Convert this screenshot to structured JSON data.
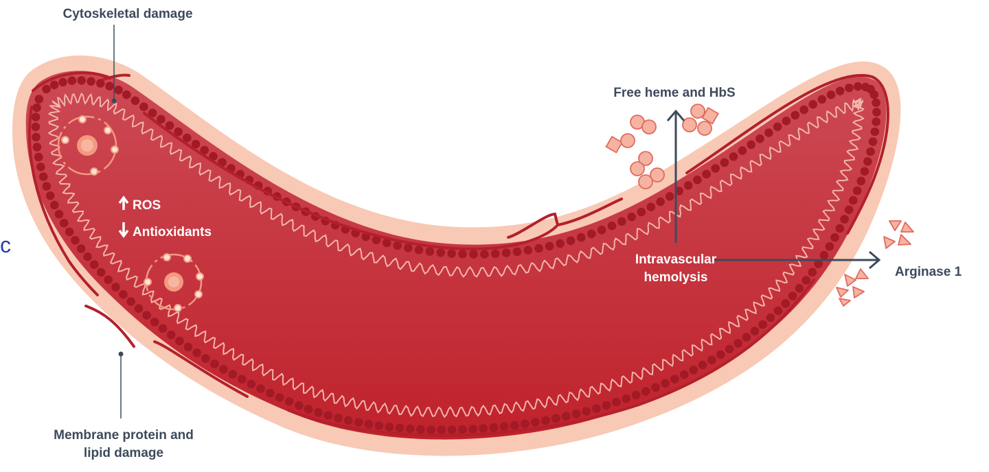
{
  "labels": {
    "cytoskeletal": "Cytoskeletal damage",
    "membrane_line1": "Membrane protein and",
    "membrane_line2": "lipid damage",
    "ros": "ROS",
    "antioxidants": "Antioxidants",
    "free_heme": "Free heme and HbS",
    "intravascular_line1": "Intravascular",
    "intravascular_line2": "hemolysis",
    "arginase": "Arginase 1",
    "edge_glyph": "c"
  },
  "colors": {
    "halo": "#f8c9b5",
    "membrane": "#b3202c",
    "bead": "#a11a26",
    "body_top": "#cc4a55",
    "body_bottom": "#c0222b",
    "wave": "#f1b6ae",
    "label_dark": "#3d4a5c",
    "label_light": "#ffffff",
    "arrow": "#3d4a5c",
    "particle_fill": "#f6b3a2",
    "particle_stroke": "#e06a5c",
    "edge_glyph": "#2b3fa6"
  },
  "icons": {
    "ros_arrow": "arrow-up-icon",
    "antioxidant_arrow": "arrow-down-icon",
    "reactive_species": "oxidant-molecule-icon",
    "heme_particles": "heme-cluster-icon",
    "arginase_particles": "triangle-particles-icon"
  }
}
